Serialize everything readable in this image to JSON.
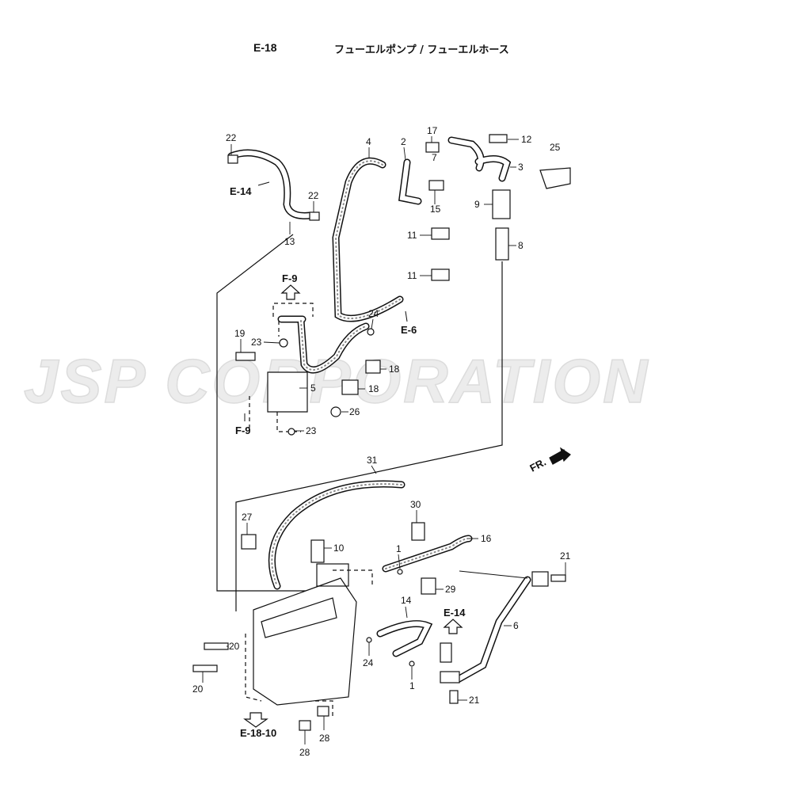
{
  "header": {
    "code": "E-18",
    "title": "フューエルポンプ / フューエルホース"
  },
  "watermark": {
    "text": "JSP CORPORATION"
  },
  "direction": {
    "label": "FR."
  },
  "references": [
    {
      "id": "e14-top",
      "label": "E-14"
    },
    {
      "id": "f9-top",
      "label": "F-9"
    },
    {
      "id": "e6",
      "label": "E-6"
    },
    {
      "id": "f9-bottom",
      "label": "F-9"
    },
    {
      "id": "e14-right",
      "label": "E-14"
    },
    {
      "id": "e18-10",
      "label": "E-18-10"
    }
  ],
  "callouts": [
    {
      "id": "c22a",
      "label": "22"
    },
    {
      "id": "c22b",
      "label": "22"
    },
    {
      "id": "c13",
      "label": "13"
    },
    {
      "id": "c4",
      "label": "4"
    },
    {
      "id": "c2",
      "label": "2"
    },
    {
      "id": "c17",
      "label": "17"
    },
    {
      "id": "c7",
      "label": "7"
    },
    {
      "id": "c15",
      "label": "15"
    },
    {
      "id": "c12",
      "label": "12"
    },
    {
      "id": "c3",
      "label": "3"
    },
    {
      "id": "c9",
      "label": "9"
    },
    {
      "id": "c8",
      "label": "8"
    },
    {
      "id": "c25",
      "label": "25"
    },
    {
      "id": "c11a",
      "label": "11"
    },
    {
      "id": "c11b",
      "label": "11"
    },
    {
      "id": "c24a",
      "label": "24"
    },
    {
      "id": "c19",
      "label": "19"
    },
    {
      "id": "c23a",
      "label": "23"
    },
    {
      "id": "c5",
      "label": "5"
    },
    {
      "id": "c18a",
      "label": "18"
    },
    {
      "id": "c18b",
      "label": "18"
    },
    {
      "id": "c26",
      "label": "26"
    },
    {
      "id": "c23b",
      "label": "23"
    },
    {
      "id": "c31",
      "label": "31"
    },
    {
      "id": "c27",
      "label": "27"
    },
    {
      "id": "c10",
      "label": "10"
    },
    {
      "id": "c30",
      "label": "30"
    },
    {
      "id": "c16",
      "label": "16"
    },
    {
      "id": "c1a",
      "label": "1"
    },
    {
      "id": "c29",
      "label": "29"
    },
    {
      "id": "c21a",
      "label": "21"
    },
    {
      "id": "c14",
      "label": "14"
    },
    {
      "id": "c6",
      "label": "6"
    },
    {
      "id": "c20a",
      "label": "20"
    },
    {
      "id": "c20b",
      "label": "20"
    },
    {
      "id": "c24b",
      "label": "24"
    },
    {
      "id": "c1b",
      "label": "1"
    },
    {
      "id": "c21b",
      "label": "21"
    },
    {
      "id": "c28a",
      "label": "28"
    },
    {
      "id": "c28b",
      "label": "28"
    }
  ]
}
